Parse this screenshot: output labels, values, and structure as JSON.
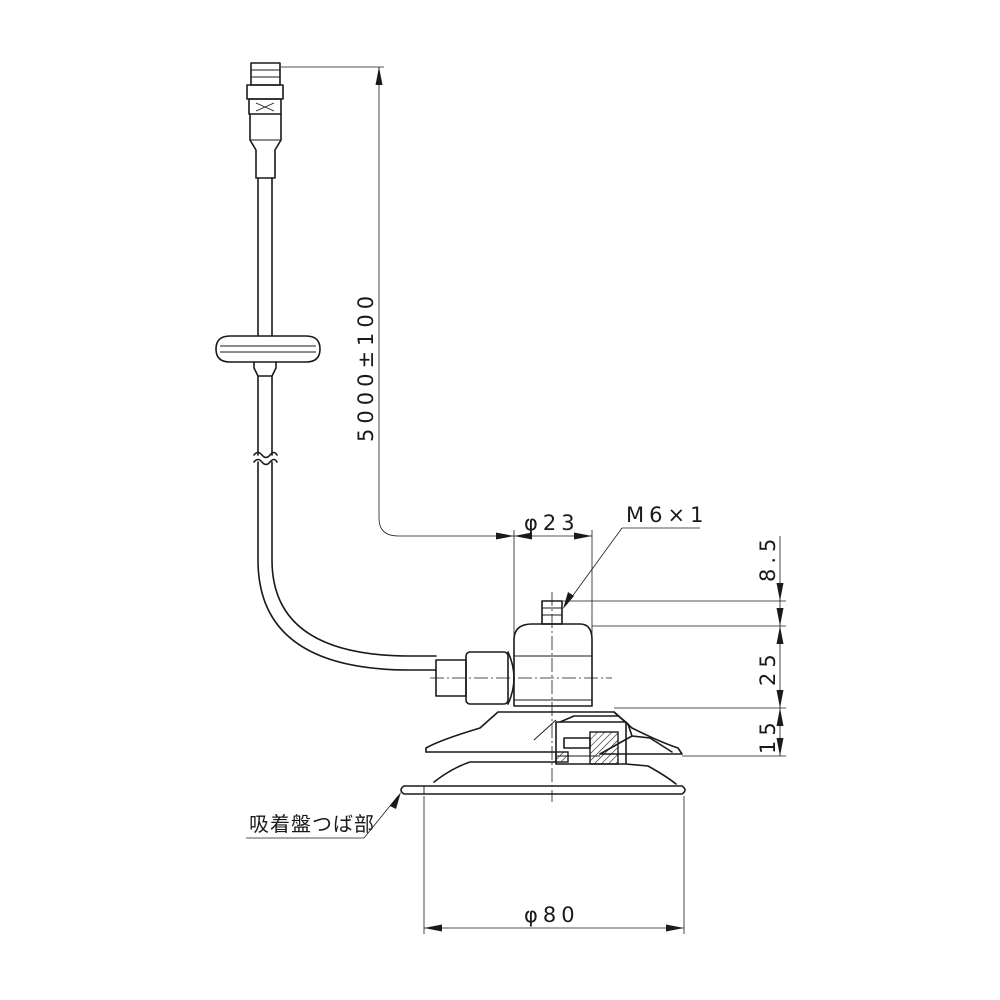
{
  "dimensions": {
    "cable_length": "5000±100",
    "hub_diameter": "φ23",
    "thread": "M6×1",
    "stud_height": "8.5",
    "hub_height": "25",
    "base_height": "15",
    "cup_diameter": "φ80"
  },
  "labels": {
    "flange_part": "吸着盤つば部"
  }
}
